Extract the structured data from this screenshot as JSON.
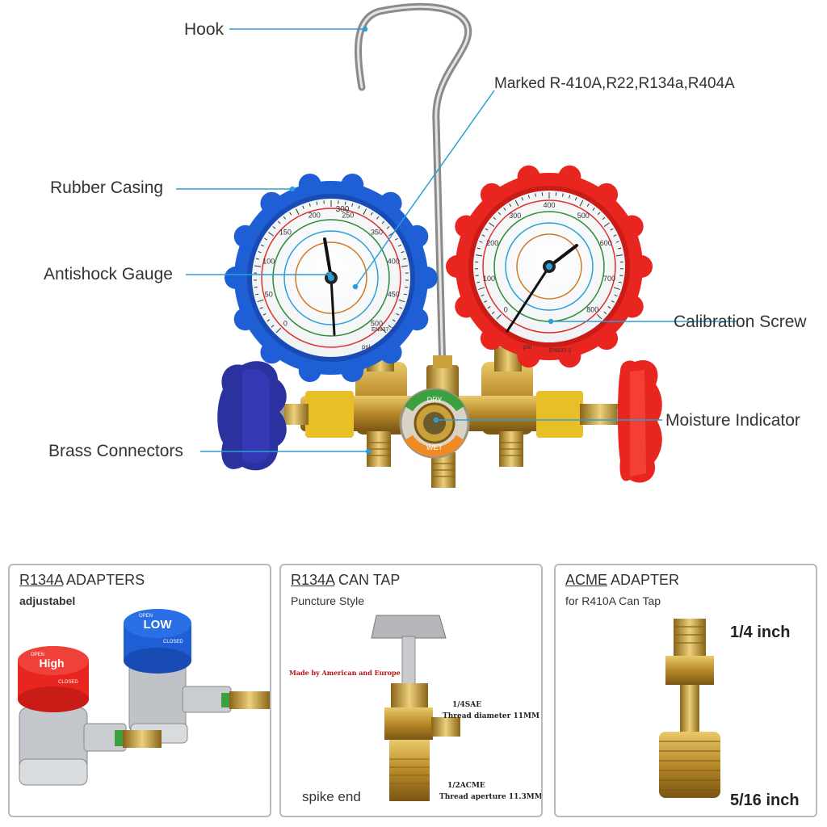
{
  "callouts": {
    "hook": "Hook",
    "marked": "Marked R-410A,R22,R134a,R404A",
    "rubber_casing": "Rubber Casing",
    "antishock_gauge": "Antishock Gauge",
    "calibration_screw": "Calibration Screw",
    "moisture_indicator": "Moisture Indicator",
    "brass_connectors": "Brass Connectors"
  },
  "gauge_low": {
    "color": "#1f5fd6",
    "scale_top": "300",
    "scale_numbers": [
      "0",
      "50",
      "100",
      "150",
      "200",
      "250",
      "350",
      "400",
      "450",
      "500"
    ],
    "unit": "psi",
    "model": "EN837-1"
  },
  "gauge_high": {
    "color": "#e8251f",
    "scale_numbers": [
      "0",
      "100",
      "200",
      "300",
      "400",
      "500",
      "600",
      "700",
      "800"
    ],
    "unit": "psi",
    "model": "EN837-1"
  },
  "sight_glass": {
    "dry": "DRY",
    "wet": "WET"
  },
  "panels": {
    "adapters": {
      "title_underlined": "R134A",
      "title_rest": " ADAPTERS",
      "subtitle": "adjustabel",
      "high_label": "High",
      "low_label": "LOW",
      "open_label": "OPEN",
      "closed_label": "CLOSED"
    },
    "can_tap": {
      "title_underlined": "R134A",
      "title_rest": " CAN TAP",
      "subtitle": "Puncture Style",
      "made_by": "Made by American and Europe",
      "sae_1": "1/4SAE",
      "sae_2": "Thread diameter 11MM",
      "acme_1": "1/2ACME",
      "acme_2": "Thread aperture 11.3MM",
      "spike_end": "spike end"
    },
    "acme": {
      "title_underlined": "ACME",
      "title_rest": " ADAPTER",
      "subtitle": "for  R410A Can Tap",
      "size_top": "1/4 inch",
      "size_bottom": "5/16 inch"
    }
  },
  "colors": {
    "callout_line": "#2a9fd6",
    "brass": "#c9a13a",
    "blue": "#1f5fd6",
    "red": "#e8251f"
  }
}
